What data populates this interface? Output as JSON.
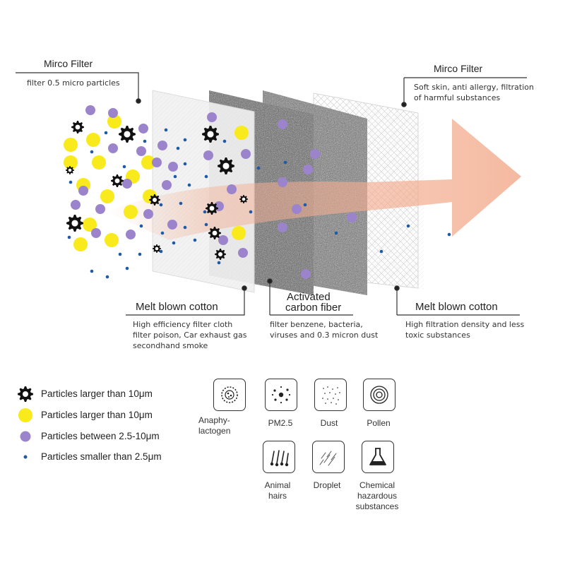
{
  "labels": {
    "top_left_title": "Mirco Filter",
    "top_left_desc": "filter 0.5 micro particles",
    "top_right_title": "Mirco Filter",
    "top_right_desc_1": "Soft skin, anti allergy, filtration",
    "top_right_desc_2": "of harmful substances",
    "melt_left_title": "Melt blown cotton",
    "melt_left_desc_1": "High efficiency filter cloth",
    "melt_left_desc_2": "filter poison, Car exhaust gas",
    "melt_left_desc_3": "secondhand smoke",
    "carbon_title_1": "Activated",
    "carbon_title_2": "carbon fiber",
    "carbon_desc_1": "filter benzene, bacteria,",
    "carbon_desc_2": "viruses and 0.3 micron dust",
    "melt_right_title": "Melt blown cotton",
    "melt_right_desc_1": "High filtration density and less",
    "melt_right_desc_2": "toxic substances"
  },
  "legend": [
    {
      "icon": "gear-particle-icon",
      "label": "Particles larger than 10μm"
    },
    {
      "icon": "yellow-circle-icon",
      "label": "Particles larger than 10μm"
    },
    {
      "icon": "purple-circle-icon",
      "label": "Particles between 2.5-10μm"
    },
    {
      "icon": "blue-dot-icon",
      "label": "Particles smaller than 2.5μm"
    }
  ],
  "icons": [
    {
      "icon": "anaphylactogen-icon",
      "label_1": "Anaphy-",
      "label_2": "lactogen"
    },
    {
      "icon": "pm25-icon",
      "label_1": "PM2.5",
      "label_2": ""
    },
    {
      "icon": "dust-icon",
      "label_1": "Dust",
      "label_2": ""
    },
    {
      "icon": "pollen-icon",
      "label_1": "Pollen",
      "label_2": ""
    },
    {
      "icon": "animal-hairs-icon",
      "label_1": "Animal",
      "label_2": "hairs"
    },
    {
      "icon": "droplet-icon",
      "label_1": "Droplet",
      "label_2": ""
    },
    {
      "icon": "chemical-icon",
      "label_1": "Chemical",
      "label_2": "hazardous",
      "label_3": "substances"
    }
  ],
  "colors": {
    "yellow": "#f8ea1c",
    "purple": "#9b84cc",
    "blue": "#1f5aa8",
    "arrow": "#f2a98a",
    "carbon": "#6e6e6e"
  }
}
